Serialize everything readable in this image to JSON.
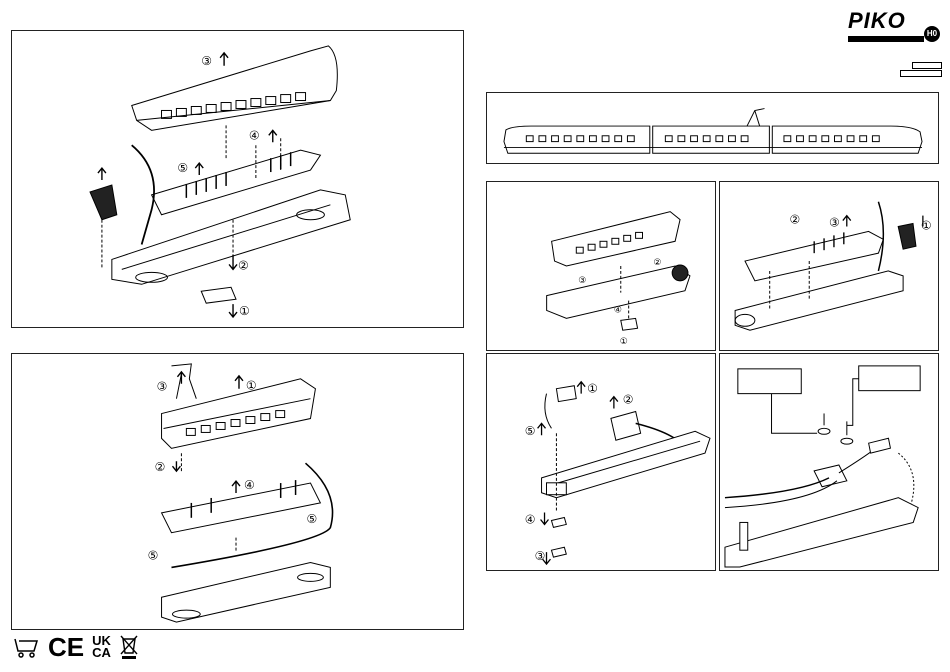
{
  "brand": {
    "name": "PIKO",
    "scale_badge": "H0"
  },
  "markings": {
    "ce": "CE",
    "ukca_top": "UK",
    "ukca_bottom": "CA"
  },
  "steps": {
    "one": "①",
    "two": "②",
    "three": "③",
    "four": "④",
    "five": "⑤"
  },
  "icons": {
    "recycle": "recycle-trolley-icon",
    "weee": "crossed-out-bin-icon"
  }
}
